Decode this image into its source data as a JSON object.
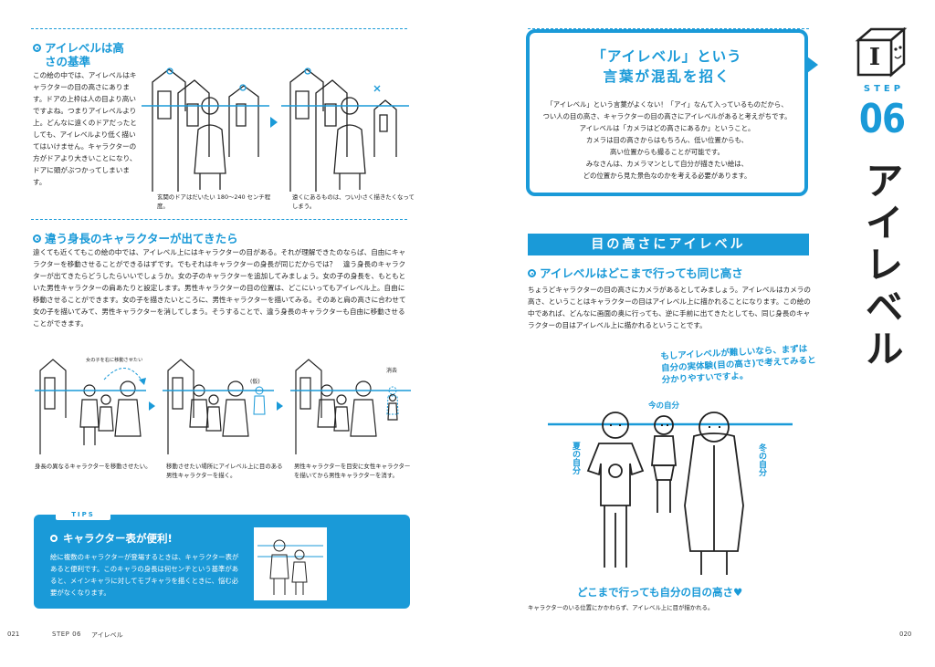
{
  "left": {
    "sec1": {
      "heading": "アイレベルは高さの基準",
      "body": "この絵の中では、アイレベルはキャラクターの目の高さにあります。ドアの上枠は人の目より高いですよね。つまりアイレベルより上。どんなに遠くのドアだったとしても、アイレベルより低く描いてはいけません。キャラクターの方がドアより大きいことになり、ドアに頭がぶつかってしまいます。",
      "caption1": "玄関のドアはだいたい 180〜240 センチ程度。",
      "caption2": "遠くにあるものは、つい小さく描きたくなってしまう。"
    },
    "sec2": {
      "heading": "違う身長のキャラクターが出てきたら",
      "body": "遠くても近くてもこの絵の中では、アイレベル上にはキャラクターの目がある。それが理解できたのならば、自由にキャラクターを移動させることができるはずです。でもそれはキャラクターの身長が同じだからでは？　違う身長のキャラクターが出てきたらどうしたらいいでしょうか。女の子のキャラクターを追加してみましょう。女の子の身長を、もともといた男性キャラクターの肩あたりと設定します。男性キャラクターの目の位置は、どこにいってもアイレベル上。自由に移動させることができます。女の子を描きたいところに、男性キャラクターを描いてみる。そのあと肩の高さに合わせて女の子を描いてみて、男性キャラクターを消してしまう。そうすることで、違う身長のキャラクターも自由に移動させることができます。",
      "note_move": "女の子を右に移動させたい",
      "note_hidden": "(仮)",
      "note_erase": "消去",
      "caption1": "身長の異なるキャラクターを移動させたい。",
      "caption2": "移動させたい場所にアイレベル上に目のある男性キャラクターを描く。",
      "caption3": "男性キャラクターを目安に女性キャラクターを描いてから男性キャラクターを消す。"
    },
    "tips": {
      "tag": "TIPS",
      "heading": "キャラクター表が便利!",
      "body": "絵に複数のキャラクターが登場するときは、キャラクター表があると便利です。このキャラの身長は何センチという基準があると、メインキャラに対してモブキャラを描くときに、悩む必要がなくなります。"
    },
    "footer": {
      "page": "021",
      "step": "STEP 06",
      "title": "アイレベル"
    }
  },
  "right": {
    "callout": {
      "title_line1": "「アイレベル」という",
      "title_line2": "言葉が混乱を招く",
      "body_lines": [
        "「アイレベル」という言葉がよくない！「アイ」なんて入っているものだから、",
        "つい人の目の高さ、キャラクターの目の高さにアイレベルがあると考えがちです。",
        "アイレベルは「カメラはどの高さにあるか」ということ。",
        "カメラは目の高さからはもちろん、低い位置からも、",
        "高い位置からも撮ることが可能です。",
        "みなさんは、カメラマンとして自分が描きたい絵は、",
        "どの位置から見た景色なのかを考える必要があります。"
      ]
    },
    "step_badge": {
      "cube_letter": "I",
      "step_label": "STEP",
      "step_number": "06",
      "vertical_title": "アイレベル"
    },
    "banner": "目の高さにアイレベル",
    "sec": {
      "heading": "アイレベルはどこまで行っても同じ高さ",
      "body": "ちょうどキャラクターの目の高さにカメラがあるとしてみましょう。アイレベルはカメラの高さ、ということはキャラクターの目はアイレベル上に描かれることになります。この絵の中であれば、どんなに画面の奥に行っても、逆に手前に出てきたとしても、同じ身長のキャラクターの目はアイレベル上に描かれるということです。"
    },
    "illustration": {
      "hand_note": "もしアイレベルが難しいなら、まずは自分の実体験(目の高さ)で考えてみると分かりやすいですよ。",
      "now_label": "今の自分",
      "summer_label": "夏の自分",
      "winter_label": "冬の自分",
      "bottom_note": "どこまで行っても自分の目の高さ♥",
      "caption": "キャラクターのいる位置にかかわらず、アイレベル上に目が描かれる。"
    },
    "footer": {
      "page": "020"
    }
  },
  "colors": {
    "accent": "#1a9ad8",
    "text": "#222222",
    "tips_bg": "#1a9ad8"
  }
}
